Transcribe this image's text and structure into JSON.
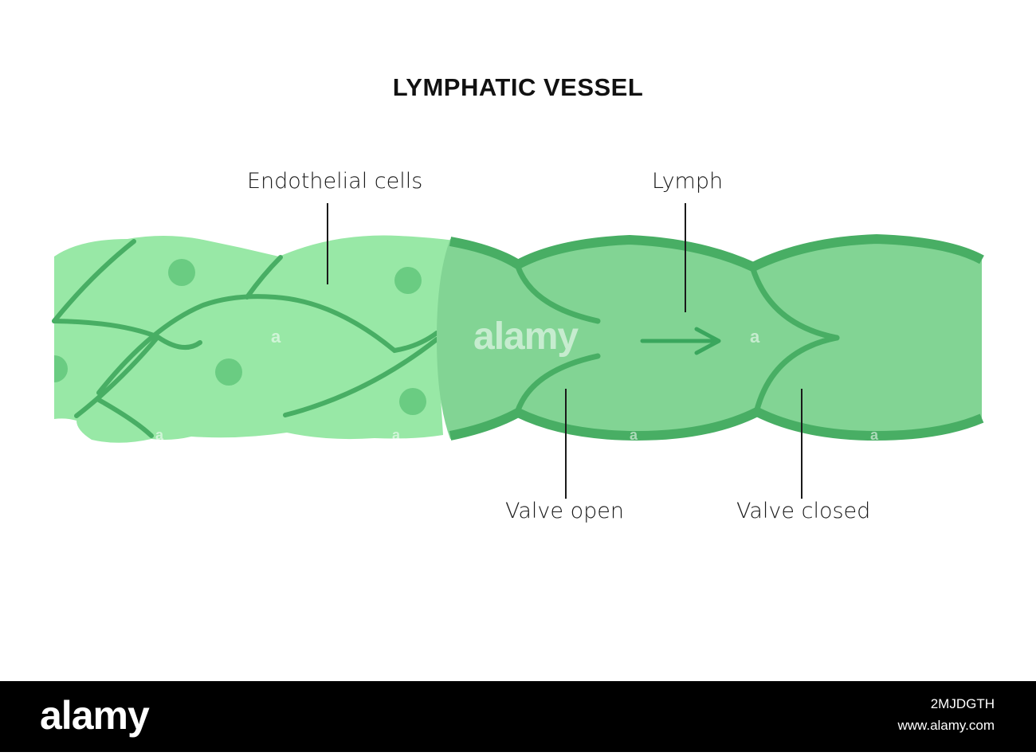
{
  "title": "LYMPHATIC VESSEL",
  "labels": {
    "endothelial_cells": "Endothelial cells",
    "lymph": "Lymph",
    "valve_open": "Valve open",
    "valve_closed": "Valve closed"
  },
  "watermark": {
    "center": "alamy",
    "small": "a"
  },
  "footer": {
    "logo": "alamy",
    "image_id": "2MJDGTH",
    "url": "www.alamy.com"
  },
  "colors": {
    "cells_light": "#98e8a6",
    "nucleus": "#6acc82",
    "vessel_fill": "#82d494",
    "vessel_wall": "#48ae64",
    "arrow": "#3aa65d",
    "leader_line": "#1a1a1a",
    "footer_bg": "#000000"
  }
}
